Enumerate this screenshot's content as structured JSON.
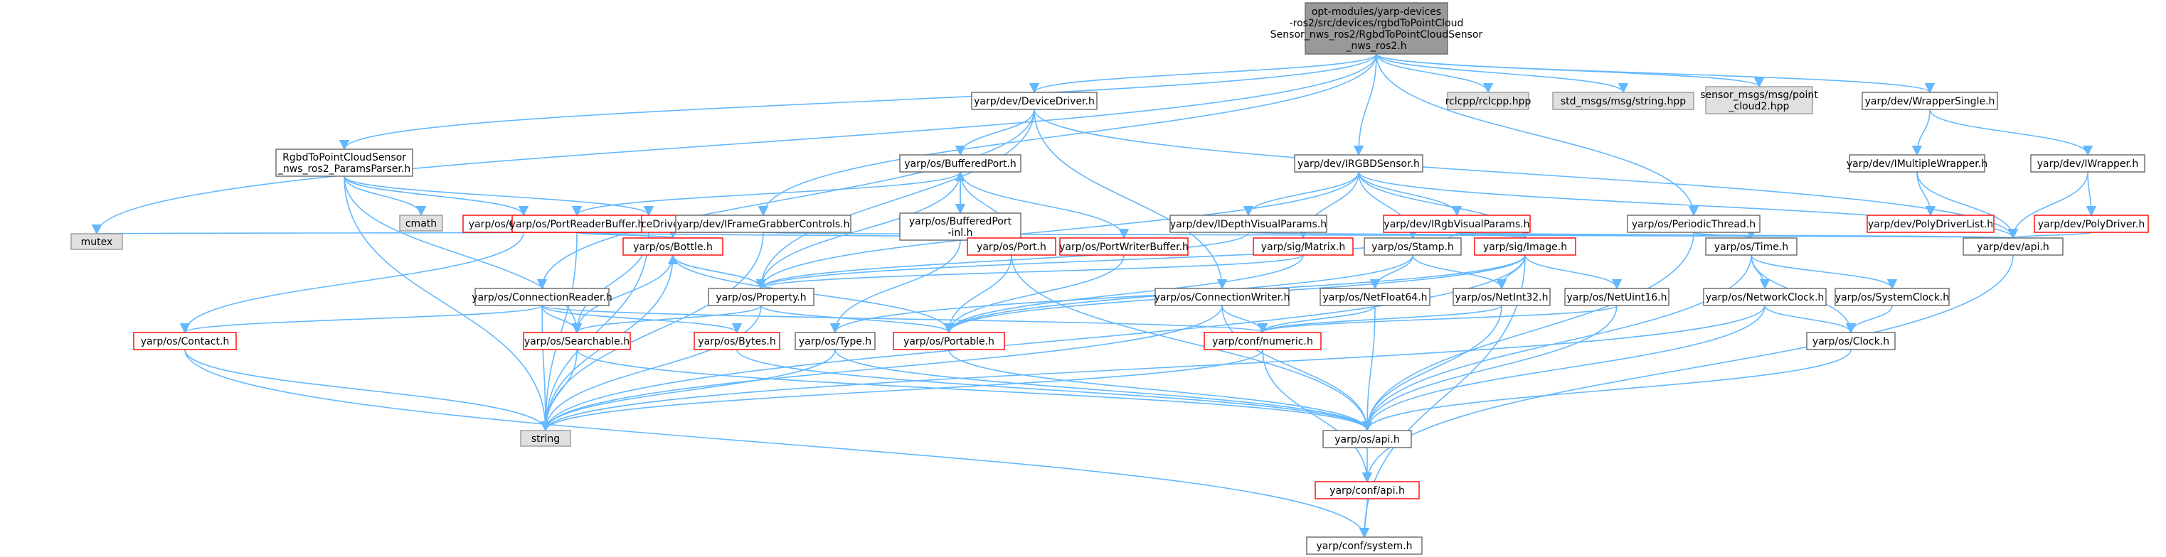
{
  "diagram": {
    "colors": {
      "edge": "#63b8ff",
      "root_fill": "#999999",
      "root_border": "#666666",
      "node_fill": "#ffffff",
      "node_border": "#666666",
      "truncated_border": "#ff0000",
      "external_fill": "#e0e0e0",
      "external_border": "#999999",
      "text": "#000000"
    },
    "nodes": [
      {
        "id": "root",
        "kind": "root",
        "lines": [
          "opt-modules/yarp-devices",
          "-ros2/src/devices/rgbdToPointCloud",
          "Sensor_nws_ros2/RgbdToPointCloudSensor",
          "_nws_ros2.h"
        ]
      },
      {
        "id": "devicedriver",
        "kind": "normal",
        "lines": [
          "yarp/dev/DeviceDriver.h"
        ]
      },
      {
        "id": "rclcpp",
        "kind": "external",
        "lines": [
          "rclcpp/rclcpp.hpp"
        ]
      },
      {
        "id": "stdmsgs",
        "kind": "external",
        "lines": [
          "std_msgs/msg/string.hpp"
        ]
      },
      {
        "id": "sensormsgs",
        "kind": "external",
        "lines": [
          "sensor_msgs/msg/point",
          "_cloud2.hpp"
        ]
      },
      {
        "id": "wrappersingle",
        "kind": "normal",
        "lines": [
          "yarp/dev/WrapperSingle.h"
        ]
      },
      {
        "id": "paramsparser",
        "kind": "normal",
        "lines": [
          "RgbdToPointCloudSensor",
          "_nws_ros2_ParamsParser.h"
        ]
      },
      {
        "id": "bufferedport",
        "kind": "normal",
        "lines": [
          "yarp/os/BufferedPort.h"
        ]
      },
      {
        "id": "irgbdsensor",
        "kind": "normal",
        "lines": [
          "yarp/dev/IRGBDSensor.h"
        ]
      },
      {
        "id": "imultiplewrapper",
        "kind": "normal",
        "lines": [
          "yarp/dev/IMultipleWrapper.h"
        ]
      },
      {
        "id": "iwrapper",
        "kind": "normal",
        "lines": [
          "yarp/dev/IWrapper.h"
        ]
      },
      {
        "id": "cmath",
        "kind": "external",
        "lines": [
          "cmath"
        ]
      },
      {
        "id": "contactable",
        "kind": "truncated",
        "lines": [
          "yarp/os/Contactable.h"
        ]
      },
      {
        "id": "ideviceparams",
        "kind": "truncated",
        "lines": [
          "yarp/dev/IDeviceDriverParams.h"
        ]
      },
      {
        "id": "portreaderbuffer",
        "kind": "truncated",
        "lines": [
          "yarp/os/PortReaderBuffer.h"
        ]
      },
      {
        "id": "iframegrabber",
        "kind": "normal",
        "lines": [
          "yarp/dev/IFrameGrabberControls.h"
        ]
      },
      {
        "id": "bufferedportinl",
        "kind": "normal",
        "lines": [
          "yarp/os/BufferedPort",
          "-inl.h"
        ]
      },
      {
        "id": "idepthvisual",
        "kind": "normal",
        "lines": [
          "yarp/dev/IDepthVisualParams.h"
        ]
      },
      {
        "id": "irgbvisual",
        "kind": "truncated",
        "lines": [
          "yarp/dev/IRgbVisualParams.h"
        ]
      },
      {
        "id": "periodicthread",
        "kind": "normal",
        "lines": [
          "yarp/os/PeriodicThread.h"
        ]
      },
      {
        "id": "polydriverlist",
        "kind": "truncated",
        "lines": [
          "yarp/dev/PolyDriverList.h"
        ]
      },
      {
        "id": "polydriver",
        "kind": "truncated",
        "lines": [
          "yarp/dev/PolyDriver.h"
        ]
      },
      {
        "id": "mutex",
        "kind": "external",
        "lines": [
          "mutex"
        ]
      },
      {
        "id": "bottle",
        "kind": "truncated",
        "lines": [
          "yarp/os/Bottle.h"
        ]
      },
      {
        "id": "port",
        "kind": "truncated",
        "lines": [
          "yarp/os/Port.h"
        ]
      },
      {
        "id": "portwriterbuffer",
        "kind": "truncated",
        "lines": [
          "yarp/os/PortWriterBuffer.h"
        ]
      },
      {
        "id": "matrix",
        "kind": "truncated",
        "lines": [
          "yarp/sig/Matrix.h"
        ]
      },
      {
        "id": "stamp",
        "kind": "normal",
        "lines": [
          "yarp/os/Stamp.h"
        ]
      },
      {
        "id": "image",
        "kind": "truncated",
        "lines": [
          "yarp/sig/Image.h"
        ]
      },
      {
        "id": "time",
        "kind": "normal",
        "lines": [
          "yarp/os/Time.h"
        ]
      },
      {
        "id": "devapi",
        "kind": "normal",
        "lines": [
          "yarp/dev/api.h"
        ]
      },
      {
        "id": "property",
        "kind": "normal",
        "lines": [
          "yarp/os/Property.h"
        ]
      },
      {
        "id": "connectionreader",
        "kind": "normal",
        "lines": [
          "yarp/os/ConnectionReader.h"
        ]
      },
      {
        "id": "connectionwriter",
        "kind": "normal",
        "lines": [
          "yarp/os/ConnectionWriter.h"
        ]
      },
      {
        "id": "netfloat64",
        "kind": "normal",
        "lines": [
          "yarp/os/NetFloat64.h"
        ]
      },
      {
        "id": "netint32",
        "kind": "normal",
        "lines": [
          "yarp/os/NetInt32.h"
        ]
      },
      {
        "id": "netuint16",
        "kind": "normal",
        "lines": [
          "yarp/os/NetUint16.h"
        ]
      },
      {
        "id": "networkclock",
        "kind": "normal",
        "lines": [
          "yarp/os/NetworkClock.h"
        ]
      },
      {
        "id": "systemclock",
        "kind": "normal",
        "lines": [
          "yarp/os/SystemClock.h"
        ]
      },
      {
        "id": "contact",
        "kind": "truncated",
        "lines": [
          "yarp/os/Contact.h"
        ]
      },
      {
        "id": "searchable",
        "kind": "truncated",
        "lines": [
          "yarp/os/Searchable.h"
        ]
      },
      {
        "id": "bytes",
        "kind": "truncated",
        "lines": [
          "yarp/os/Bytes.h"
        ]
      },
      {
        "id": "type",
        "kind": "normal",
        "lines": [
          "yarp/os/Type.h"
        ]
      },
      {
        "id": "portable",
        "kind": "truncated",
        "lines": [
          "yarp/os/Portable.h"
        ]
      },
      {
        "id": "confnumeric",
        "kind": "truncated",
        "lines": [
          "yarp/conf/numeric.h"
        ]
      },
      {
        "id": "clock",
        "kind": "normal",
        "lines": [
          "yarp/os/Clock.h"
        ]
      },
      {
        "id": "string",
        "kind": "external",
        "lines": [
          "string"
        ]
      },
      {
        "id": "osapi",
        "kind": "normal",
        "lines": [
          "yarp/os/api.h"
        ]
      },
      {
        "id": "confapi",
        "kind": "truncated",
        "lines": [
          "yarp/conf/api.h"
        ]
      },
      {
        "id": "confsystem",
        "kind": "normal",
        "lines": [
          "yarp/conf/system.h"
        ]
      }
    ],
    "edges": [
      [
        "root",
        "devicedriver"
      ],
      [
        "root",
        "rclcpp"
      ],
      [
        "root",
        "stdmsgs"
      ],
      [
        "root",
        "sensormsgs"
      ],
      [
        "root",
        "wrappersingle"
      ],
      [
        "root",
        "paramsparser"
      ],
      [
        "root",
        "irgbdsensor"
      ],
      [
        "root",
        "iframegrabber"
      ],
      [
        "root",
        "periodicthread"
      ],
      [
        "root",
        "mutex"
      ],
      [
        "devicedriver",
        "bufferedport"
      ],
      [
        "devicedriver",
        "connectionreader"
      ],
      [
        "devicedriver",
        "connectionwriter"
      ],
      [
        "devicedriver",
        "property"
      ],
      [
        "devicedriver",
        "devapi"
      ],
      [
        "paramsparser",
        "cmath"
      ],
      [
        "paramsparser",
        "contactable"
      ],
      [
        "paramsparser",
        "ideviceparams"
      ],
      [
        "paramsparser",
        "searchable"
      ],
      [
        "paramsparser",
        "string"
      ],
      [
        "bufferedport",
        "portreaderbuffer"
      ],
      [
        "bufferedport",
        "bufferedportinl"
      ],
      [
        "bufferedport",
        "port"
      ],
      [
        "bufferedport",
        "portwriterbuffer"
      ],
      [
        "bufferedport",
        "property"
      ],
      [
        "bufferedportinl",
        "bufferedport"
      ],
      [
        "bufferedportinl",
        "type"
      ],
      [
        "contactable",
        "mutex"
      ],
      [
        "contactable",
        "contact"
      ],
      [
        "ideviceparams",
        "searchable"
      ],
      [
        "ideviceparams",
        "string"
      ],
      [
        "portreaderbuffer",
        "bottle"
      ],
      [
        "portreaderbuffer",
        "port"
      ],
      [
        "portreaderbuffer",
        "string"
      ],
      [
        "iframegrabber",
        "devapi"
      ],
      [
        "iframegrabber",
        "string"
      ],
      [
        "irgbdsensor",
        "idepthvisual"
      ],
      [
        "irgbdsensor",
        "irgbvisual"
      ],
      [
        "irgbdsensor",
        "matrix"
      ],
      [
        "irgbdsensor",
        "stamp"
      ],
      [
        "irgbdsensor",
        "image"
      ],
      [
        "irgbdsensor",
        "devapi"
      ],
      [
        "irgbdsensor",
        "property"
      ],
      [
        "idepthvisual",
        "property"
      ],
      [
        "idepthvisual",
        "devapi"
      ],
      [
        "irgbvisual",
        "image"
      ],
      [
        "irgbvisual",
        "property"
      ],
      [
        "irgbvisual",
        "devapi"
      ],
      [
        "periodicthread",
        "time"
      ],
      [
        "periodicthread",
        "osapi"
      ],
      [
        "wrappersingle",
        "imultiplewrapper"
      ],
      [
        "wrappersingle",
        "iwrapper"
      ],
      [
        "imultiplewrapper",
        "polydriverlist"
      ],
      [
        "imultiplewrapper",
        "devapi"
      ],
      [
        "iwrapper",
        "polydriver"
      ],
      [
        "iwrapper",
        "devapi"
      ],
      [
        "polydriver",
        "devapi"
      ],
      [
        "bottle",
        "property"
      ],
      [
        "bottle",
        "searchable"
      ],
      [
        "bottle",
        "portable"
      ],
      [
        "bottle",
        "string"
      ],
      [
        "property",
        "bottle"
      ],
      [
        "property",
        "searchable"
      ],
      [
        "property",
        "portable"
      ],
      [
        "property",
        "string"
      ],
      [
        "port",
        "portable"
      ],
      [
        "port",
        "osapi"
      ],
      [
        "portwriterbuffer",
        "portable"
      ],
      [
        "matrix",
        "portable"
      ],
      [
        "matrix",
        "property"
      ],
      [
        "stamp",
        "netfloat64"
      ],
      [
        "stamp",
        "netint32"
      ],
      [
        "stamp",
        "portable"
      ],
      [
        "image",
        "netint32"
      ],
      [
        "image",
        "netuint16"
      ],
      [
        "image",
        "portable"
      ],
      [
        "image",
        "type"
      ],
      [
        "image",
        "string"
      ],
      [
        "image",
        "confsystem"
      ],
      [
        "time",
        "networkclock"
      ],
      [
        "time",
        "systemclock"
      ],
      [
        "time",
        "clock"
      ],
      [
        "time",
        "osapi"
      ],
      [
        "devapi",
        "confapi"
      ],
      [
        "connectionreader",
        "contact"
      ],
      [
        "connectionreader",
        "searchable"
      ],
      [
        "connectionreader",
        "bytes"
      ],
      [
        "connectionreader",
        "confnumeric"
      ],
      [
        "connectionreader",
        "string"
      ],
      [
        "connectionwriter",
        "confnumeric"
      ],
      [
        "connectionwriter",
        "osapi"
      ],
      [
        "connectionwriter",
        "string"
      ],
      [
        "netfloat64",
        "confnumeric"
      ],
      [
        "netfloat64",
        "osapi"
      ],
      [
        "netint32",
        "confnumeric"
      ],
      [
        "netint32",
        "osapi"
      ],
      [
        "netuint16",
        "confnumeric"
      ],
      [
        "netuint16",
        "osapi"
      ],
      [
        "networkclock",
        "clock"
      ],
      [
        "networkclock",
        "osapi"
      ],
      [
        "networkclock",
        "string"
      ],
      [
        "systemclock",
        "clock"
      ],
      [
        "contact",
        "string"
      ],
      [
        "contact",
        "confsystem"
      ],
      [
        "searchable",
        "string"
      ],
      [
        "searchable",
        "osapi"
      ],
      [
        "bytes",
        "osapi"
      ],
      [
        "type",
        "string"
      ],
      [
        "type",
        "osapi"
      ],
      [
        "portable",
        "osapi"
      ],
      [
        "confnumeric",
        "confapi"
      ],
      [
        "confnumeric",
        "string"
      ],
      [
        "clock",
        "osapi"
      ],
      [
        "osapi",
        "confapi"
      ],
      [
        "confapi",
        "confsystem"
      ]
    ]
  }
}
